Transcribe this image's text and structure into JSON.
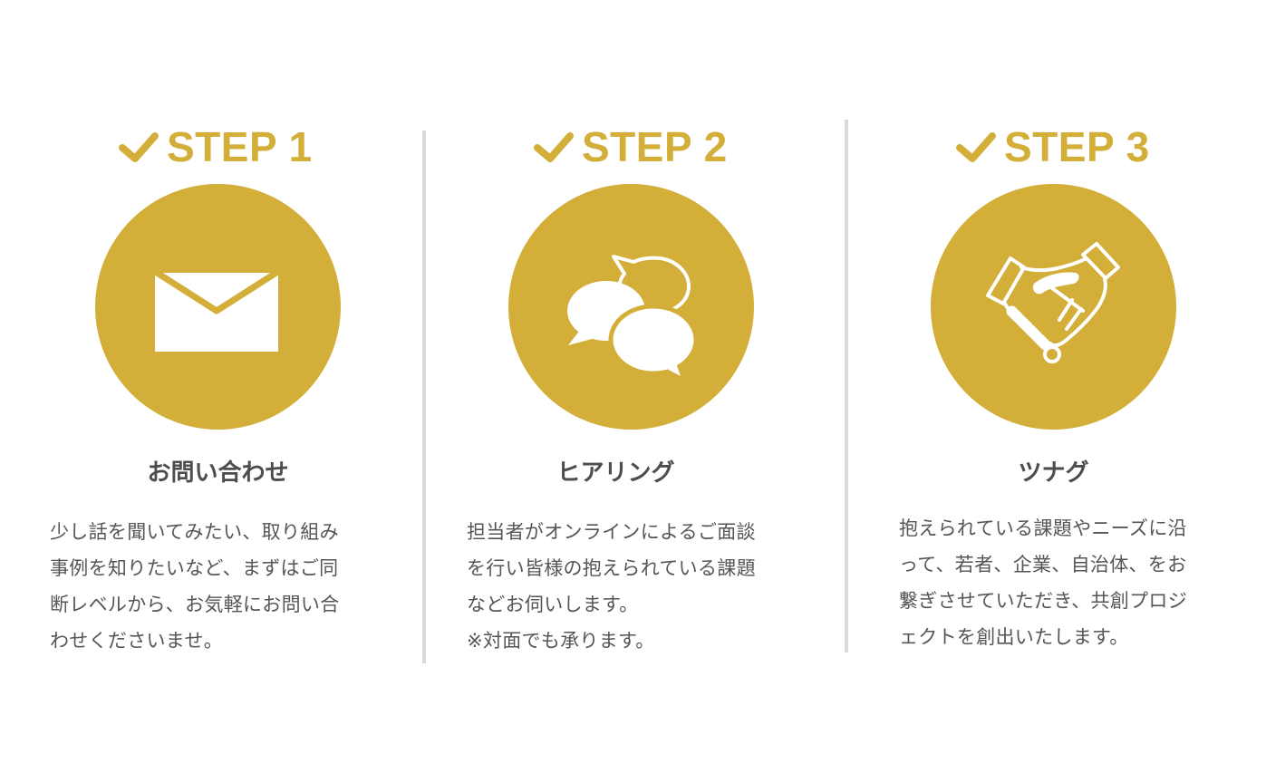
{
  "accent_color": "#d3ae38",
  "steps": [
    {
      "label": "STEP 1",
      "icon": "envelope-icon",
      "title": "お問い合わせ",
      "body": [
        "少し話を聞いてみたい、取り組み",
        "事例を知りたいなど、まずはご同",
        "断レベルから、お気軽にお問い合",
        "わせくださいませ。"
      ]
    },
    {
      "label": "STEP 2",
      "icon": "speech-bubbles-icon",
      "title": "ヒアリング",
      "body": [
        "担当者がオンラインによるご面談",
        "を行い皆様の抱えられている課題",
        "などお伺いします。",
        "※対面でも承ります。"
      ]
    },
    {
      "label": "STEP 3",
      "icon": "handshake-icon",
      "title": "ツナグ",
      "body": [
        "抱えられている課題やニーズに沿",
        "って、若者、企業、自治体、をお",
        "繋ぎさせていただき、共創プロジ",
        "ェクトを創出いたします。"
      ]
    }
  ]
}
